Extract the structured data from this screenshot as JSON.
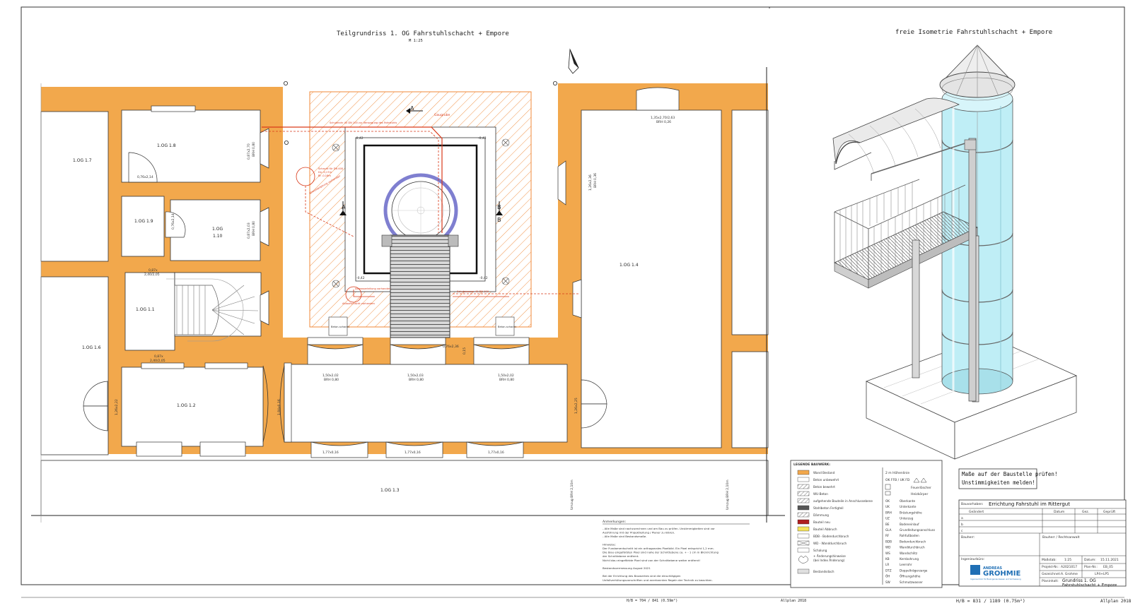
{
  "drawing": {
    "plan_title": "Teilgrundriss 1. OG Fahrstuhlschacht + Empore",
    "plan_scale": "M 1:25",
    "iso_title": "freie Isometrie Fahrstuhlschacht + Empore",
    "footer_left": "H/B = 704 / 841 (0.59m²)",
    "footer_mid": "Allplan 2018",
    "footer_right": "H/B = 831 / 1189 (0.75m²)",
    "footer_app": "Allplan 2018"
  },
  "rooms": {
    "r17": "1.OG 1.7",
    "r18": "1.OG 1.8",
    "r19": "1.OG 1.9",
    "r110a": "1.OG",
    "r110b": "1.10",
    "r11": "1.OG 1.1",
    "r16": "1.OG 1.6",
    "r12": "1.OG 1.2",
    "r13": "1.OG 1.3",
    "r14": "1.OG 1.4"
  },
  "dims": {
    "d1": "0,76x2,14",
    "d2": "0,76x2,14",
    "d3": "0,87x",
    "d3b": "2,40/2,05",
    "d4": "0,87x",
    "d4b": "2,40/2,05",
    "w1": "1,50x2,02",
    "w1b": "BRH 0,80",
    "w2": "1,50x2,03",
    "w2b": "BRH 0,80",
    "w3": "1,50x2,02",
    "w3b": "BRH 0,80",
    "w4": "1,77x0,16",
    "w5": "1,77x0,16",
    "w6": "1,77x0,16",
    "w7": "1,35x2,70/2,63",
    "w7b": "BRH 0,26",
    "w8": "0,76x2,36",
    "v1": "0,87x2,70",
    "v1b": "BRH 0,80",
    "v2": "0,87x2,03",
    "v2b": "BRH 0,80",
    "v3": "1,26x2,36",
    "v3b": "BRH 0,36",
    "v4": "1,26x2,22",
    "v5": "1,84x0,16",
    "v6": "1,26x2,25",
    "u1": "Umzug BRH 2,10m",
    "u2": "Umzug BRH 2,10m",
    "m1": "0,15"
  },
  "annot": {
    "sec_a": "A",
    "sec_a2": "A",
    "sec_b": "B",
    "sec_b2": "B",
    "deg": "Gaugrube",
    "rw1": "Schutzrohr 40 DN 100 zur Versorgung des Fahrstuhls",
    "rw2": "Schacht für DN 400",
    "rw3": "Dn -0,17m",
    "rw4": "Br -0,18m",
    "rw5": "Abwasserleitung vorhanden",
    "rw6": "Abwasserleitung vorhanden",
    "rw7": "Schutzwasser 40 DN 100",
    "rw8": "Ablaufschacht vorhanden",
    "el1": "-0,42",
    "el2": "-0,42",
    "el3": "-0,42",
    "el4": "-0,42",
    "bs1": "Beton-schacht",
    "bs2": "Beton-schacht"
  },
  "legend": {
    "title": "LEGENDE BAUWERK:",
    "items": [
      "Wand Bestand",
      "Beton unbewehrt",
      "Beton bewehrt",
      "WU-Beton",
      "aufgehende Bauteile in Anschlussebene",
      "Stahlbeton Fertigteil",
      "Dämmung",
      "Bauteil neu",
      "Bauteil Abbruch",
      "BDB - Bodendurchbruch",
      "WD - Wanddurchbruch",
      "Schalung",
      "+ Änderungshinweise",
      "(bei Index Änderung)",
      "Bestandsdach"
    ],
    "right_head1": "2 m Höhenlinie",
    "right_head2": "OK FFB / UK FD",
    "fw": "Feuerlöscher",
    "hk": "Heizkörper",
    "abbr": [
      [
        "OK",
        "Oberkante"
      ],
      [
        "UK",
        "Unterkante"
      ],
      [
        "BRH",
        "Brüstungshöhe"
      ],
      [
        "UZ",
        "Unterzug"
      ],
      [
        "BE",
        "Bodeneinlauf"
      ],
      [
        "GLA",
        "Grundleitungsanschluss"
      ],
      [
        "RF",
        "Rohfußboden"
      ],
      [
        "BDB",
        "Bodendurchbruch"
      ],
      [
        "WD",
        "Wanddurchbruch"
      ],
      [
        "WS",
        "Wandschlitz"
      ],
      [
        "KB",
        "Kernbohrung"
      ],
      [
        "LR",
        "Leerrohr"
      ],
      [
        "DTZ",
        "Doppelträgerzarge"
      ],
      [
        "ÖH",
        "Öffnungshöhe"
      ],
      [
        "SW",
        "Schmutzwasser"
      ]
    ]
  },
  "notes": {
    "title": "Anmerkungen:",
    "lines": [
      "- Alle Maße sind nachzurechnen und am Bau zu prüfen. Unstimmigkeiten sind vor",
      "  Ausführung mit der Projektleitung / Planer zu klären.",
      "- Alle Maße sind Bestandsmaße.",
      "",
      "Hinweise:",
      "Der Fundamentschnitt ist ein orthogonales Pixelbild. Ein Pixel entspricht 1,2 mm.",
      "Die blau eingefärbten Pixel sind nahe der Schnittebene ca. + - 1 cm in Blickrichtung",
      "der Schnittebene entfernt.",
      "Nicht blau eingefärbte Pixel sind von der Schnittebene weiter entfernt!",
      "",
      "Bestandsvermessung August 2021",
      "",
      "Bei der Errichtung des Bauwerkes sind die einschlägigen",
      "Unfallverhütungsvorschriften und anerkannten Regeln der Technik zu beachten."
    ]
  },
  "warning": {
    "line1": "Maße auf der Baustelle prüfen!",
    "line2": "Unstimmigkeiten melden!"
  },
  "titleblock": {
    "bv_label": "Bauvorhaben:",
    "bv_value": "Errichtung Fahrstuhl im Rittergut",
    "col_idx": "Geändert",
    "col_date": "Datum",
    "col_gez": "Gez.",
    "col_gepr": "Geprüft",
    "rows": [
      "a",
      "b",
      "c"
    ],
    "bauherr_label": "Bauherr:",
    "bauherr_value": "Bauherr / Rechtsanwalt",
    "planverfasser": "Ingenieurbüro:",
    "company1": "ANDREAS",
    "company2": "GROHMIE",
    "company_sub": "Ingenieurbüro für Bauingenieurwesen und Vermessung",
    "massstab_l": "Maßstab:",
    "massstab_v": "1:25",
    "datum_l": "Datum:",
    "datum_v": "15.11.2021",
    "projekt_l": "Projekt-Nr.:",
    "projekt_v": "A2021017",
    "plan_l": "Plan-Nr.:",
    "plan_v": "EB_05",
    "gez_l": "Gezeichnet:",
    "gez_v": "A. Grohme",
    "lp_v": "LP4+LP5",
    "inhalt_l": "Planinhalt:",
    "inhalt_v1": "Grundriss 1. OG",
    "inhalt_v2": "Fahrstuhlschacht + Empore"
  },
  "colors": {
    "wall": "#f2a84c",
    "red": "#d93a1a",
    "hatch": "#f08a3a",
    "glass": "#bfeef6",
    "blue": "#7f7fd0"
  }
}
